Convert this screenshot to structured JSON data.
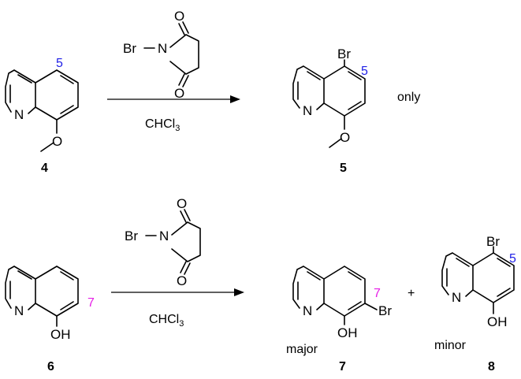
{
  "colors": {
    "blue": "#1e1ee6",
    "magenta": "#e61ee6",
    "black": "#000000"
  },
  "atoms": {
    "n": "N",
    "o": "O",
    "br": "Br",
    "oh": "OH"
  },
  "reaction1": {
    "reagent_solvent": "CHCl",
    "reagent_solvent_sub": "3",
    "start_position": "5",
    "product_position": "5",
    "selectivity_note": "only",
    "start_number": "4",
    "product_number": "5"
  },
  "reaction2": {
    "reagent_solvent": "CHCl",
    "reagent_solvent_sub": "3",
    "start_position": "7",
    "major_position": "7",
    "minor_position": "5",
    "plus": "+",
    "major_label": "major",
    "minor_label": "minor",
    "start_number": "6",
    "major_number": "7",
    "minor_number": "8"
  }
}
